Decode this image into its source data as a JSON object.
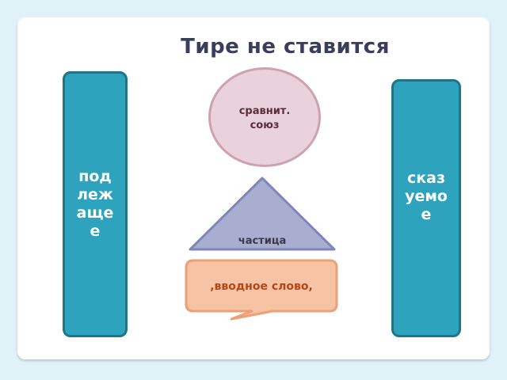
{
  "title": "Тире не ставится",
  "left_block": {
    "text": "подлежащее"
  },
  "right_block": {
    "text": "сказуемое"
  },
  "circle": {
    "text": "сравнит. союз"
  },
  "triangle": {
    "text": "частица"
  },
  "callout": {
    "text": ",вводное слово,"
  },
  "colors": {
    "background": "#dff2f8",
    "block_fill": "#2ea3bd",
    "block_border": "#1f7488",
    "circle_fill": "#ead2dc",
    "circle_border": "#cfa1ae",
    "triangle_fill": "#a9aed0",
    "triangle_border": "#7f86bb",
    "callout_fill": "#f6c3a4",
    "callout_border": "#ef9f76",
    "callout_text": "#b5461a"
  }
}
